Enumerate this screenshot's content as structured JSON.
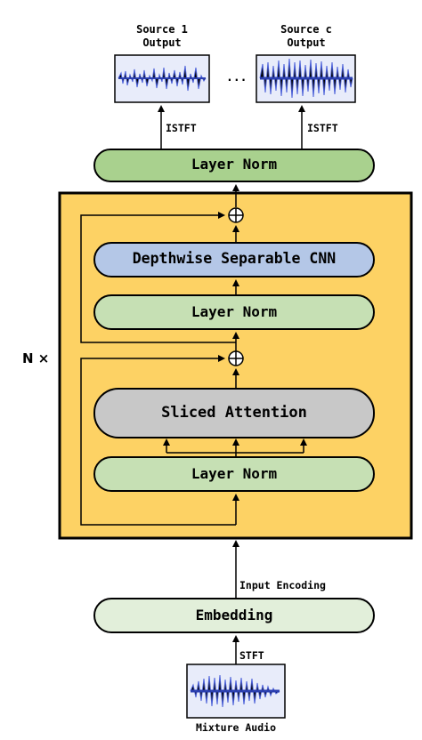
{
  "outputs": [
    {
      "title_line1": "Source 1",
      "title_line2": "Output",
      "transform": "ISTFT"
    },
    {
      "title_line1": "Source c",
      "title_line2": "Output",
      "transform": "ISTFT"
    }
  ],
  "ellipsis": "...",
  "top_norm": "Layer Norm",
  "block": {
    "repeat": "N ×",
    "dwconv": "Depthwise Separable CNN",
    "norm_upper": "Layer Norm",
    "attention": "Sliced Attention",
    "norm_lower": "Layer Norm"
  },
  "input_encoding": "Input Encoding",
  "embedding": "Embedding",
  "stft": "STFT",
  "mixture": "Mixture Audio",
  "colors": {
    "block_bg": "#FDD264",
    "norm_green": "#C6E0B4",
    "top_norm_green": "#A9D18E",
    "embed_green": "#E2EFDA",
    "cnn_blue": "#B4C7E7",
    "attn_gray": "#C8C8C8",
    "wave_blue": "#4A5FD8"
  }
}
